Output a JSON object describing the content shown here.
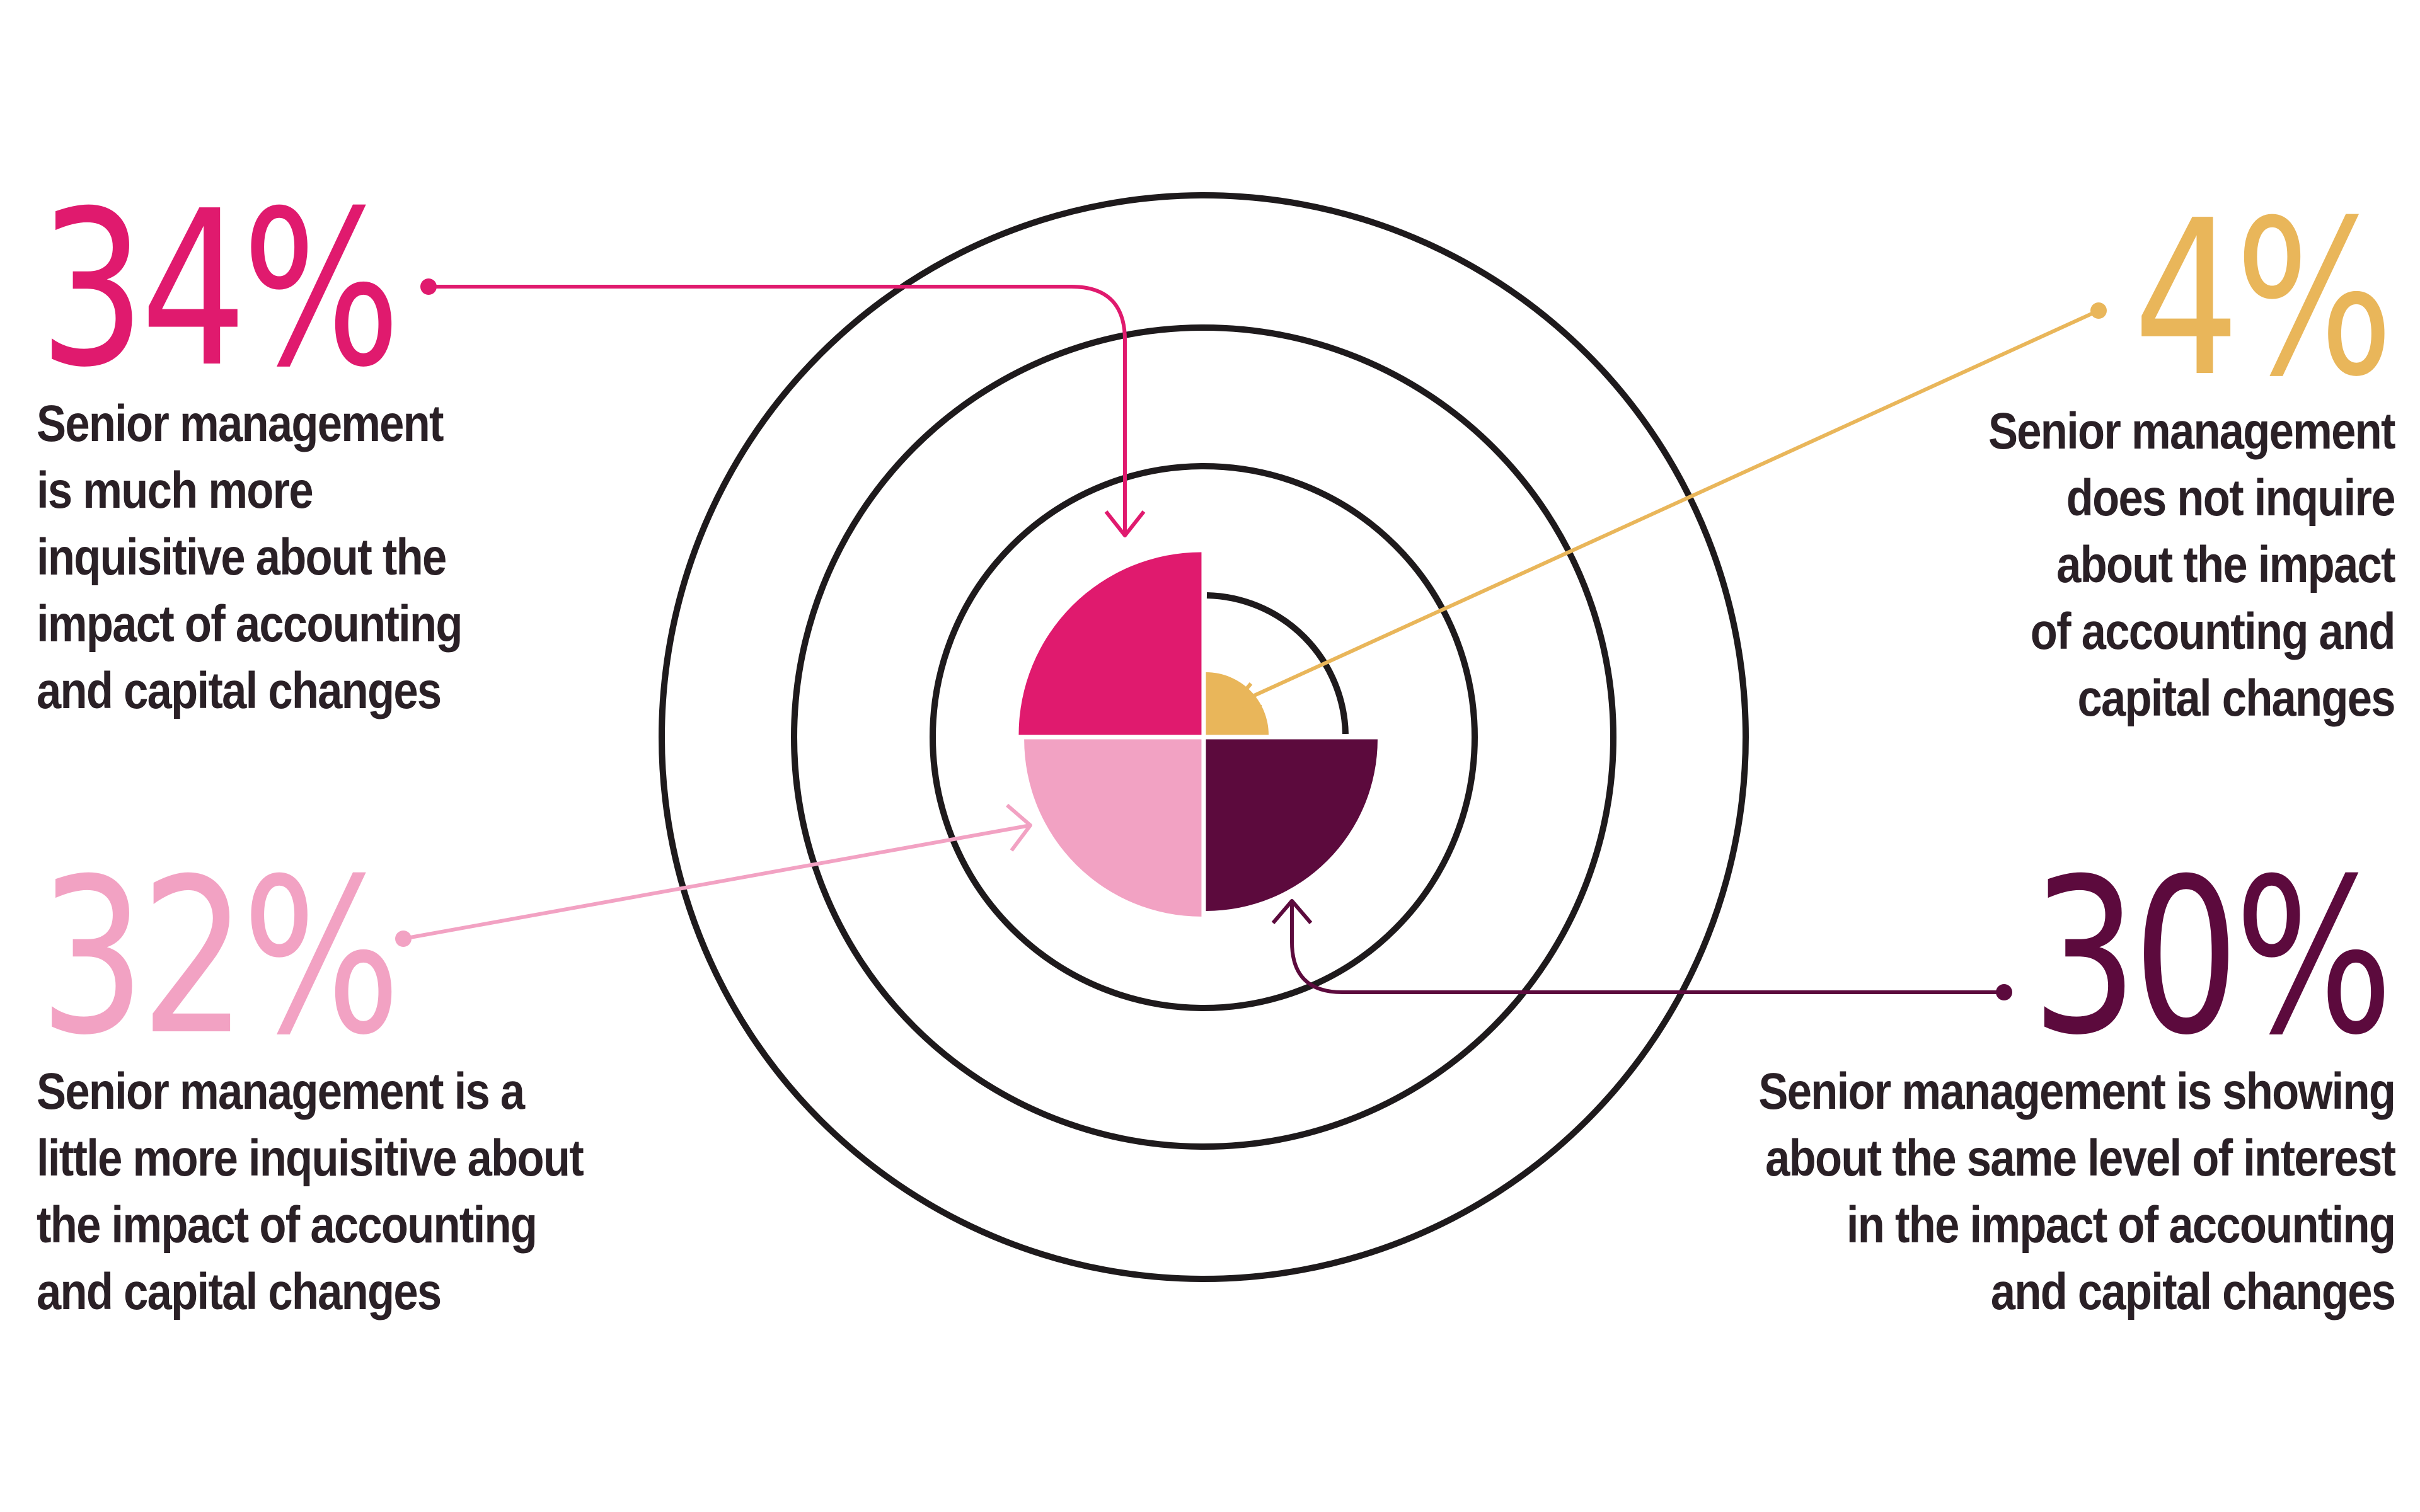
{
  "chart_data": {
    "type": "pie",
    "colors": {
      "ring": "#1e1a1c",
      "pie_outline": "#1e1a1c"
    },
    "slices": [
      {
        "value": 34,
        "label": "34%",
        "color": "#e01a6e",
        "description_lines": [
          "Senior management",
          "is much more",
          "inquisitive about the",
          "impact of accounting",
          "and capital changes"
        ]
      },
      {
        "value": 4,
        "label": "4%",
        "color": "#e9b65a",
        "description_lines": [
          "Senior management",
          "does not inquire",
          "about the impact",
          "of accounting and",
          "capital changes"
        ]
      },
      {
        "value": 30,
        "label": "30%",
        "color": "#5c0a3d",
        "description_lines": [
          "Senior management is showing",
          "about the same level of interest",
          "in the impact of accounting",
          "and capital changes"
        ]
      },
      {
        "value": 32,
        "label": "32%",
        "color": "#f2a2c3",
        "description_lines": [
          "Senior management is a",
          "little more inquisitive about",
          "the impact of accounting",
          "and capital changes"
        ]
      }
    ]
  }
}
